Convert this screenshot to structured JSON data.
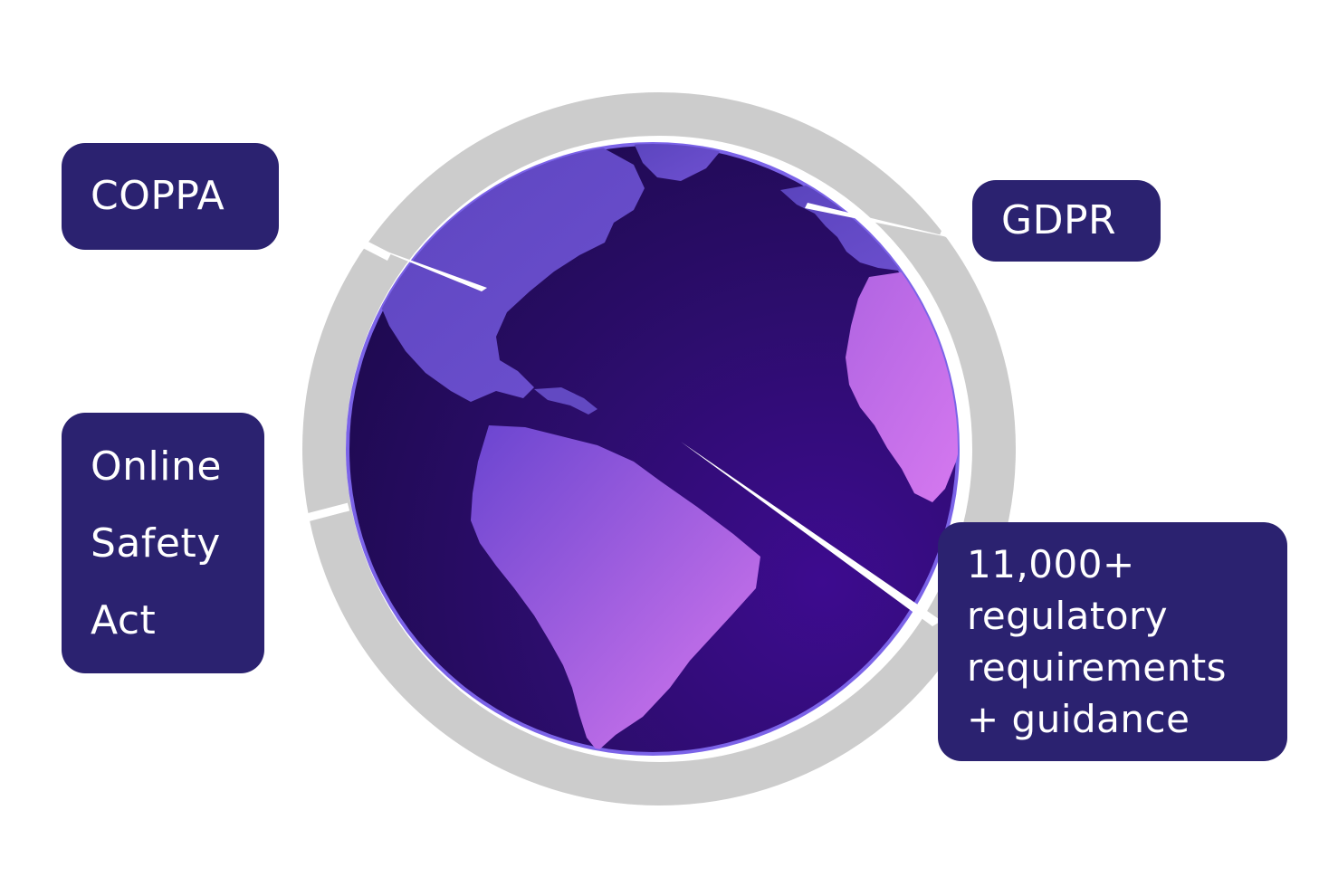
{
  "colors": {
    "background": "#ffffff",
    "box_fill": "#2b2270",
    "box_text": "#ffffff",
    "ring": "#cccccc",
    "ocean_dark": "#220a57",
    "ocean_light": "#3a0a8a",
    "globe_rim": "#7b63e8",
    "land_north": "#6249c2",
    "land_south_a": "#7a48d8",
    "land_south_b": "#cd72ea",
    "connector": "#ffffff"
  },
  "icons": {
    "globe": "globe-americas-icon"
  },
  "labels": {
    "coppa": [
      "COPPA"
    ],
    "gdpr": [
      "GDPR"
    ],
    "online_safety_act": [
      "Online",
      "Safety",
      "Act"
    ],
    "regulatory": [
      "11,000+",
      "regulatory",
      "requirements",
      "+ guidance"
    ]
  }
}
